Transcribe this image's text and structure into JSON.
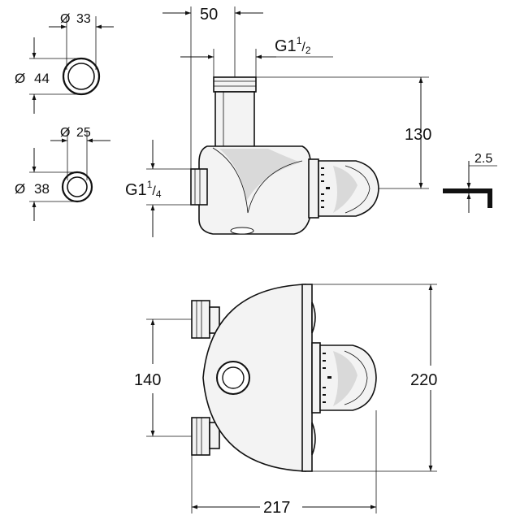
{
  "dimensions": {
    "pipe_outer_diameter_a": "44",
    "pipe_inner_diameter_a": "33",
    "pipe_outer_diameter_b": "38",
    "pipe_inner_diameter_b": "25",
    "diameter_symbol": "Ø",
    "top_width": "50",
    "outlet_thread": "G1",
    "outlet_thread_num": "1",
    "outlet_thread_den": "2",
    "inlet_thread": "G1",
    "inlet_thread_num": "1",
    "inlet_thread_den": "4",
    "height_to_outlet": "130",
    "wall_thickness": "2.5",
    "inlet_spacing": "140",
    "total_height": "220",
    "total_width": "217"
  }
}
